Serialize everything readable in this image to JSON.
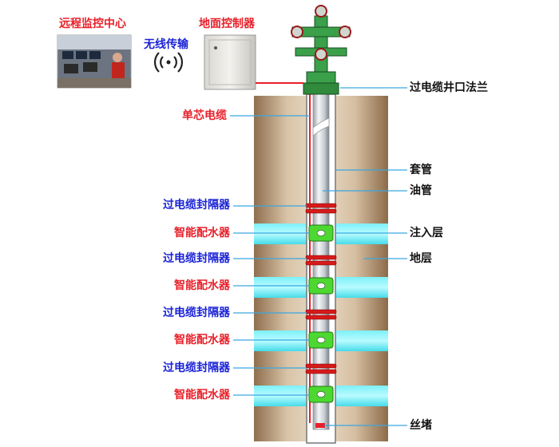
{
  "top": {
    "control_center": "远程监控中心",
    "ground_controller": "地面控制器",
    "wireless": "无线传输"
  },
  "left_labels": {
    "single_core_cable": "单芯电缆",
    "packer_1": "过电缆封隔器",
    "distributor_1": "智能配水器",
    "packer_2": "过电缆封隔器",
    "distributor_2": "智能配水器",
    "packer_3": "过电缆封隔器",
    "distributor_3": "智能配水器",
    "packer_4": "过电缆封隔器",
    "distributor_4": "智能配水器"
  },
  "right_labels": {
    "flange": "过电缆井口法兰",
    "casing": "套管",
    "tubing": "油管",
    "injection_layer": "注入层",
    "formation": "地层",
    "plug": "丝堵"
  },
  "colors": {
    "red_label": "#e8202a",
    "blue_label": "#1a22d6",
    "formation": "#b89a78",
    "injection": "#5fe8f2",
    "distributor": "#4cd830",
    "packer": "#d61a1a",
    "wellhead": "#2f8a3c"
  }
}
